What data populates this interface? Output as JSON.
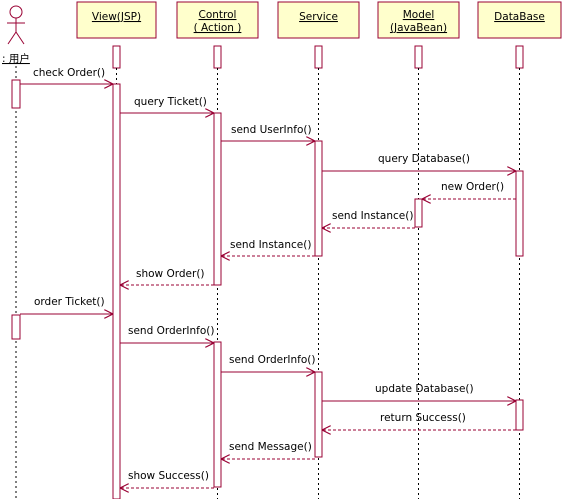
{
  "actor": {
    "label": ": 用户"
  },
  "participants": [
    {
      "id": "view",
      "lines": [
        "View(JSP)"
      ]
    },
    {
      "id": "control",
      "lines": [
        "Control",
        "( Action )"
      ]
    },
    {
      "id": "service",
      "lines": [
        "Service"
      ]
    },
    {
      "id": "model",
      "lines": [
        "Model",
        "(JavaBean)"
      ]
    },
    {
      "id": "database",
      "lines": [
        "DataBase"
      ]
    }
  ],
  "messages": [
    {
      "label": "check Order()",
      "from": "user",
      "to": "view",
      "kind": "call"
    },
    {
      "label": "query Ticket()",
      "from": "view",
      "to": "control",
      "kind": "call"
    },
    {
      "label": "send UserInfo()",
      "from": "control",
      "to": "service",
      "kind": "call"
    },
    {
      "label": "query Database()",
      "from": "service",
      "to": "database",
      "kind": "call"
    },
    {
      "label": "new Order()",
      "from": "database",
      "to": "model",
      "kind": "return"
    },
    {
      "label": "send Instance()",
      "from": "model",
      "to": "service",
      "kind": "return"
    },
    {
      "label": "send Instance()",
      "from": "service",
      "to": "control",
      "kind": "return"
    },
    {
      "label": "show Order()",
      "from": "control",
      "to": "view",
      "kind": "return"
    },
    {
      "label": "order Ticket()",
      "from": "user",
      "to": "view",
      "kind": "call"
    },
    {
      "label": "send OrderInfo()",
      "from": "view",
      "to": "control",
      "kind": "call"
    },
    {
      "label": "send OrderInfo()",
      "from": "control",
      "to": "service",
      "kind": "call"
    },
    {
      "label": "update Database()",
      "from": "service",
      "to": "database",
      "kind": "call"
    },
    {
      "label": "return Success()",
      "from": "database",
      "to": "service",
      "kind": "return"
    },
    {
      "label": "send Message()",
      "from": "service",
      "to": "control",
      "kind": "return"
    },
    {
      "label": "show Success()",
      "from": "control",
      "to": "view",
      "kind": "return"
    }
  ],
  "colors": {
    "box_fill": "#ffffcc",
    "line": "#990033",
    "lifeline": "#000000",
    "text": "#000000"
  }
}
